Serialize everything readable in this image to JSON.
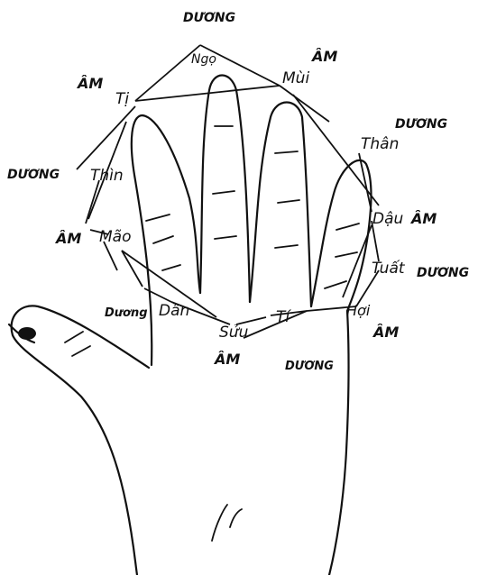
{
  "branches": {
    "ngo": "Ngọ",
    "mui": "Mùi",
    "than": "Thân",
    "dau": "Dậu",
    "tuat": "Tuất",
    "hoi": "Hợi",
    "ti_rat": "Tí",
    "suu": "Sửu",
    "dan": "Dần",
    "mao": "Mão",
    "thin": "Thìn",
    "ti_snake": "Tị"
  },
  "polarity": {
    "ngo": "DƯƠNG",
    "mui": "ÂM",
    "than": "DƯƠNG",
    "dau": "ÂM",
    "tuat": "DƯƠNG",
    "hoi": "ÂM",
    "ti_rat": "DƯƠNG",
    "suu": "ÂM",
    "dan": "Dương",
    "mao": "ÂM",
    "thin": "DƯƠNG",
    "ti_snake": "ÂM"
  },
  "colors": {
    "ink": "#111111",
    "paper": "#ffffff"
  }
}
